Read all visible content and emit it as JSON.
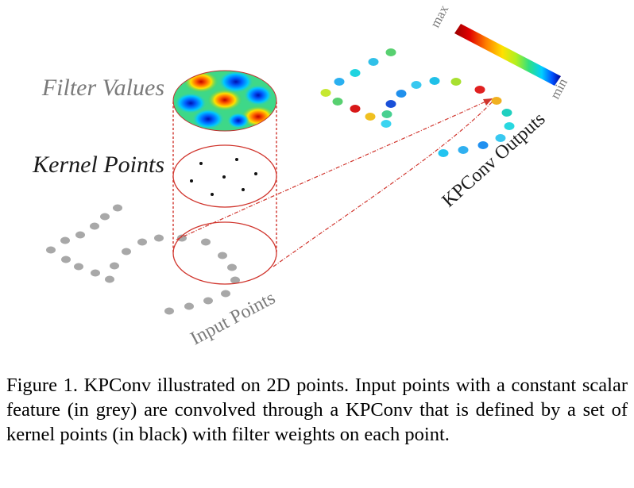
{
  "labels": {
    "filter_values": "Filter Values",
    "kernel_points": "Kernel Points",
    "input_points": "Input Points",
    "kpconv_outputs": "KPConv Outputs",
    "colorbar_max": "max",
    "colorbar_min": "min"
  },
  "caption": "Figure 1. KPConv illustrated on 2D points.  Input points with a constant scalar feature (in grey) are convolved through a KPConv that is defined by a set of kernel points (in black) with filter weights on each point.",
  "colors": {
    "input_point": "#a8a8a8",
    "kernel_point": "#111111",
    "circle_stroke": "#d0342c",
    "connector": "#d0342c",
    "label_grey": "#7a7a7a",
    "colormap": [
      "#00008f",
      "#0050ff",
      "#00d0ff",
      "#30e080",
      "#b0f020",
      "#ffe000",
      "#ff8000",
      "#e00000",
      "#9a0000"
    ]
  },
  "output_point_colors": [
    "#58d070",
    "#30c0e8",
    "#1fd4e0",
    "#2ab0f0",
    "#c6e830",
    "#f0c020",
    "#3ad4f0",
    "#d81818",
    "#1a50d8",
    "#2090ec",
    "#38c8f0",
    "#a8e030",
    "#e02020",
    "#f0b020",
    "#20d0c0",
    "#28d8e0",
    "#38c8f0",
    "#22c4f0",
    "#2090f0",
    "#30b0f0",
    "#60d870",
    "#20c0e8",
    "#f0d020",
    "#b0e040",
    "#48d090",
    "#1ec8ec"
  ]
}
